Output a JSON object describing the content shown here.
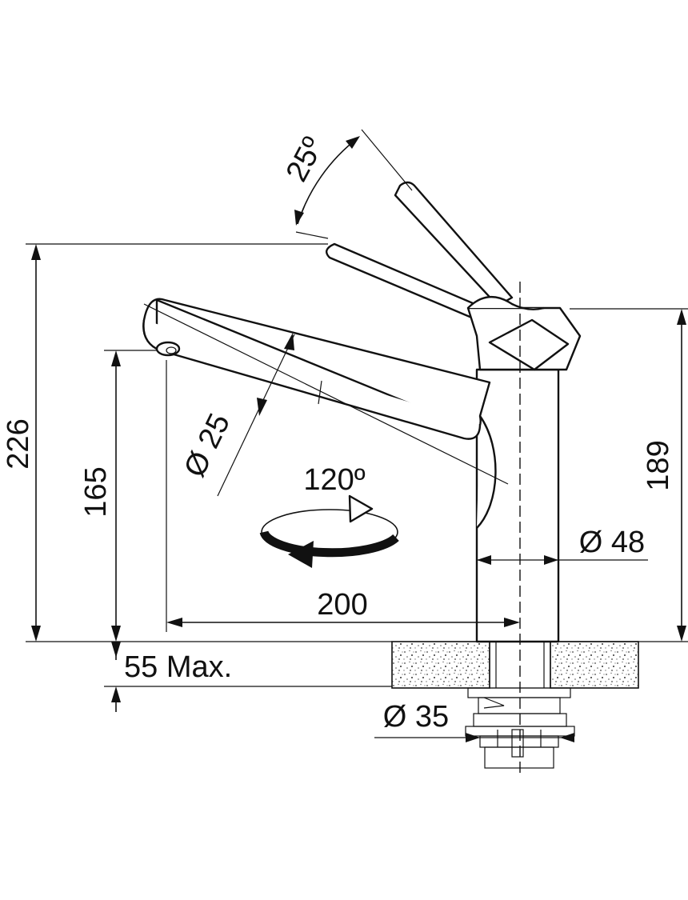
{
  "dimensions": {
    "overall_height": "226",
    "spout_height": "165",
    "body_height": "189",
    "spout_diameter": "Ø 25",
    "body_diameter": "Ø 48",
    "spout_reach": "200",
    "rotation_angle": "120º",
    "lever_angle": "25º",
    "deck_thickness": "55 Max.",
    "hole_diameter": "Ø 35"
  },
  "colors": {
    "line": "#111111",
    "countertop_fill": "#d9d9d9"
  }
}
